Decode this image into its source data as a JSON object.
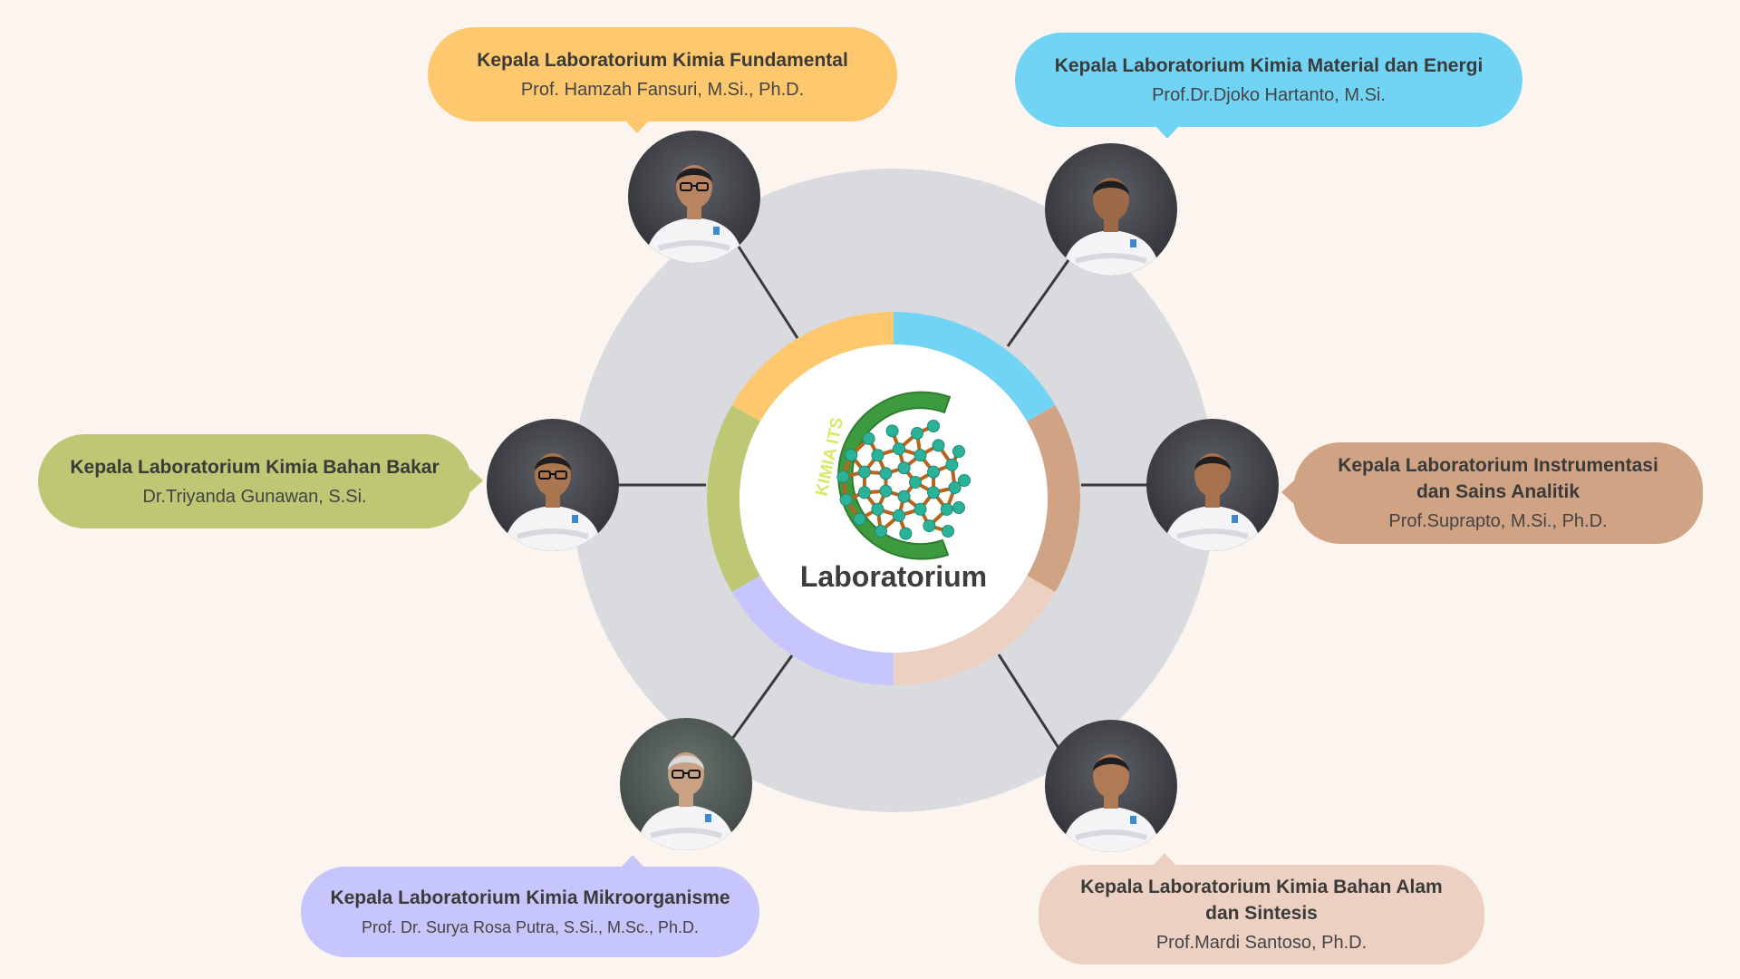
{
  "center": {
    "label": "Laboratorium",
    "logo_ring_text": "KIMIA ITS",
    "colors": {
      "ring": "#3d9a3f",
      "atom": "#2bb39a",
      "bond": "#b5651d"
    }
  },
  "labs": [
    {
      "id": "fundamental",
      "title": "Kepala Laboratorium Kimia Fundamental",
      "name": "Prof. Hamzah Fansuri, M.Si., Ph.D.",
      "color": "#fec86f"
    },
    {
      "id": "material-energi",
      "title": "Kepala Laboratorium Kimia Material dan Energi",
      "name": "Prof.Dr.Djoko Hartanto, M.Si.",
      "color": "#72d4f5"
    },
    {
      "id": "instrumentasi",
      "title_lines": [
        "Kepala Laboratorium Instrumentasi",
        "dan Sains Analitik"
      ],
      "name": "Prof.Suprapto, M.Si., Ph.D.",
      "color": "#cfa383"
    },
    {
      "id": "bahan-alam",
      "title_lines": [
        "Kepala Laboratorium Kimia Bahan Alam",
        "dan Sintesis"
      ],
      "name": "Prof.Mardi Santoso, Ph.D.",
      "color": "#ecd1c3"
    },
    {
      "id": "mikroorganisme",
      "title": "Kepala Laboratorium Kimia Mikroorganisme",
      "name": "Prof. Dr. Surya Rosa Putra, S.Si., M.Sc., Ph.D.",
      "color": "#c6c6fc"
    },
    {
      "id": "bahan-bakar",
      "title": "Kepala Laboratorium Kimia Bahan Bakar",
      "name": "Dr.Triyanda Gunawan, S.Si.",
      "color": "#bdc774"
    }
  ],
  "colors": {
    "background": "#fbf4ef",
    "outer_disc": "#dadbde",
    "connector": "#3a3a3a"
  }
}
